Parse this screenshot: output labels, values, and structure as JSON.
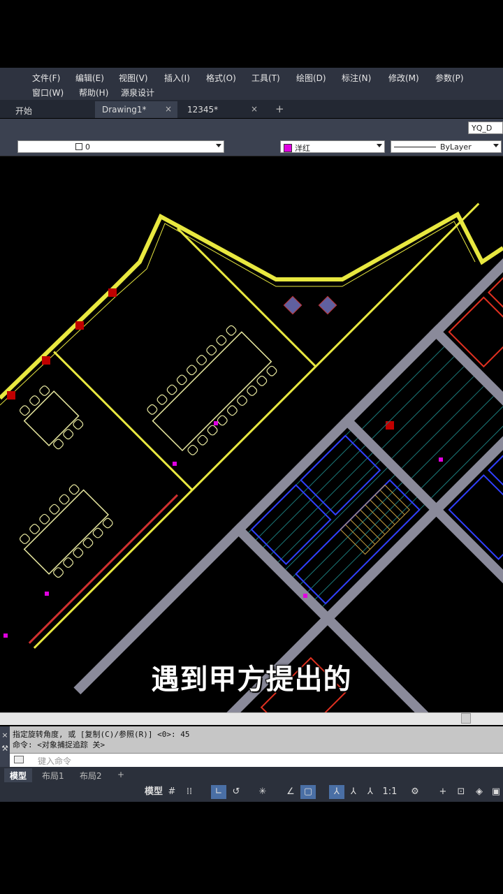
{
  "menu": {
    "row1": [
      "文件(F)",
      "编辑(E)",
      "视图(V)",
      "插入(I)",
      "格式(O)",
      "工具(T)",
      "绘图(D)",
      "标注(N)",
      "修改(M)",
      "参数(P)"
    ],
    "row2": [
      "窗口(W)",
      "帮助(H)",
      "源泉设计"
    ]
  },
  "tabs": [
    {
      "label": "开始"
    },
    {
      "label": "Drawing1*",
      "close": "×"
    },
    {
      "label": "12345*",
      "close": "×"
    }
  ],
  "new_tab": "+",
  "toolbar": {
    "style_field": "YQ_D",
    "layer_value": "0",
    "color_value": "洋红",
    "color_swatch": "#e000e0",
    "linetype_value": "ByLayer"
  },
  "subtitle": "遇到甲方提出的",
  "command": {
    "history": [
      "指定旋转角度, 或 [复制(C)/参照(R)] <0>:  45",
      "命令:  <对象捕捉追踪 关>"
    ],
    "placeholder": "键入命令"
  },
  "layout_tabs": [
    "模型",
    "布局1",
    "布局2"
  ],
  "layout_add": "+",
  "status": {
    "model": "模型",
    "scale": "1:1"
  }
}
